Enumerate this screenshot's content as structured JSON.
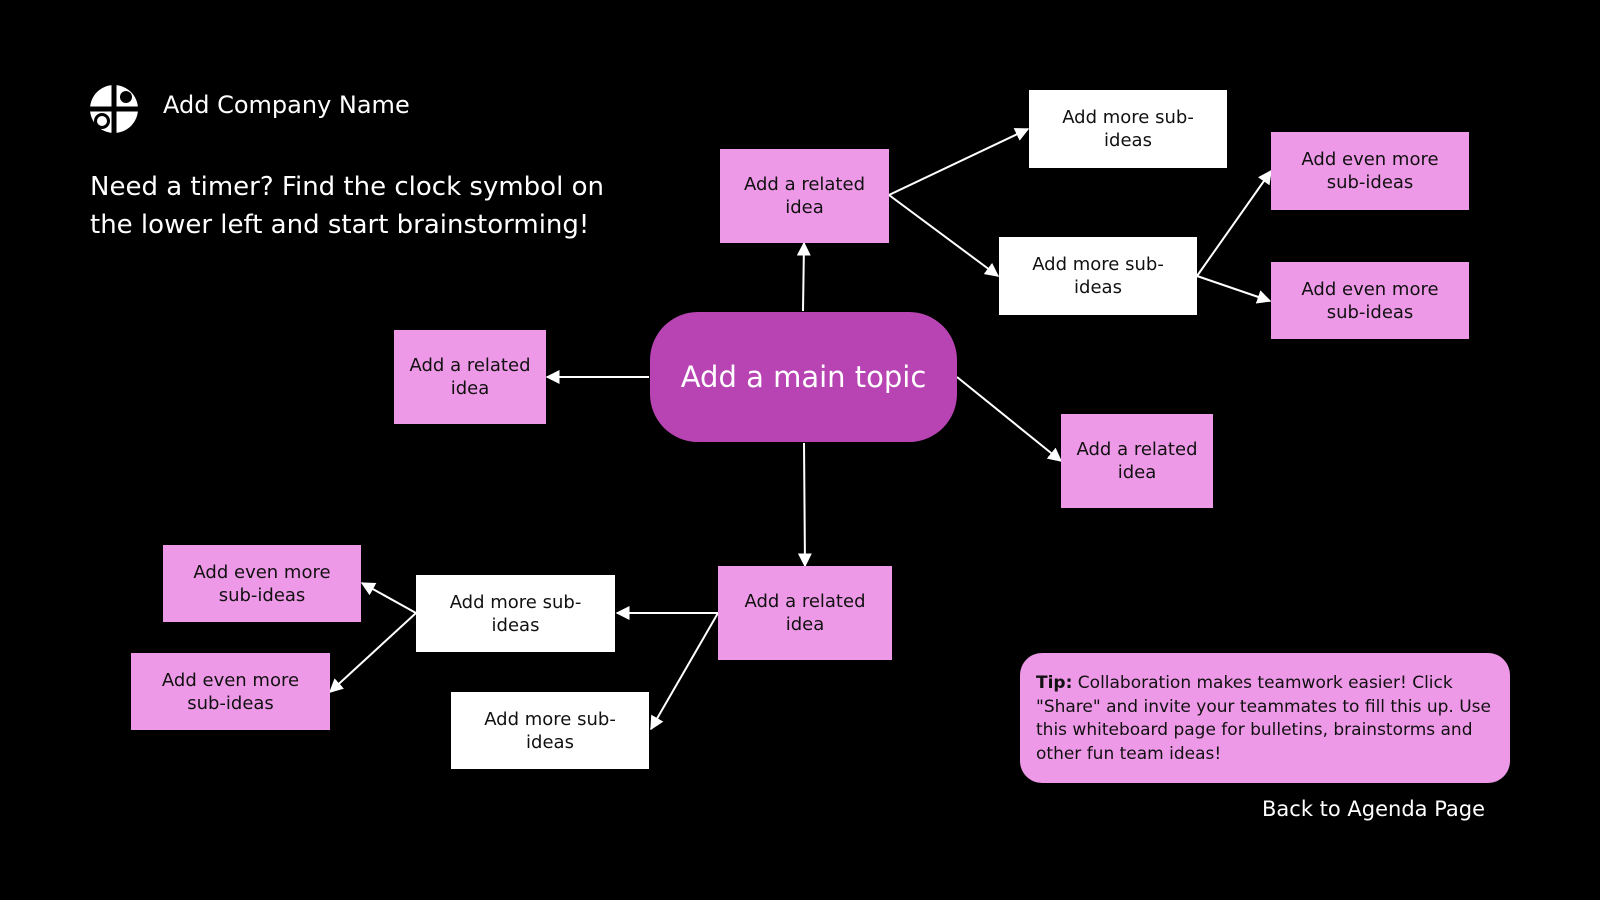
{
  "colors": {
    "background": "#000000",
    "main_topic": "#b844b4",
    "pink_node": "#ee99e8",
    "white_node": "#ffffff",
    "connector": "#ffffff"
  },
  "header": {
    "logo_icon": "quartered-circle-logo-icon",
    "company_name": "Add Company Name"
  },
  "timer_hint": "Need a timer? Find the clock symbol on the lower left and start brainstorming!",
  "mindmap": {
    "main_topic": "Add a main topic",
    "related_ideas": {
      "top": "Add a related idea",
      "left": "Add a related idea",
      "right": "Add a related idea",
      "bottom": "Add a related idea"
    },
    "sub_ideas": {
      "top_1": "Add more sub-ideas",
      "top_2": "Add more sub-ideas",
      "bottom_1": "Add more sub-ideas",
      "bottom_2": "Add more sub-ideas"
    },
    "even_more": {
      "top_a": "Add even more sub-ideas",
      "top_b": "Add even more sub-ideas",
      "bottom_a": "Add even more sub-ideas",
      "bottom_b": "Add even more sub-ideas"
    }
  },
  "tip": {
    "label": "Tip:",
    "text": " Collaboration makes teamwork easier! Click \"Share\" and invite your teammates to fill this up. Use this whiteboard page for bulletins, brainstorms and other fun team ideas!"
  },
  "back_link": "Back to Agenda Page"
}
